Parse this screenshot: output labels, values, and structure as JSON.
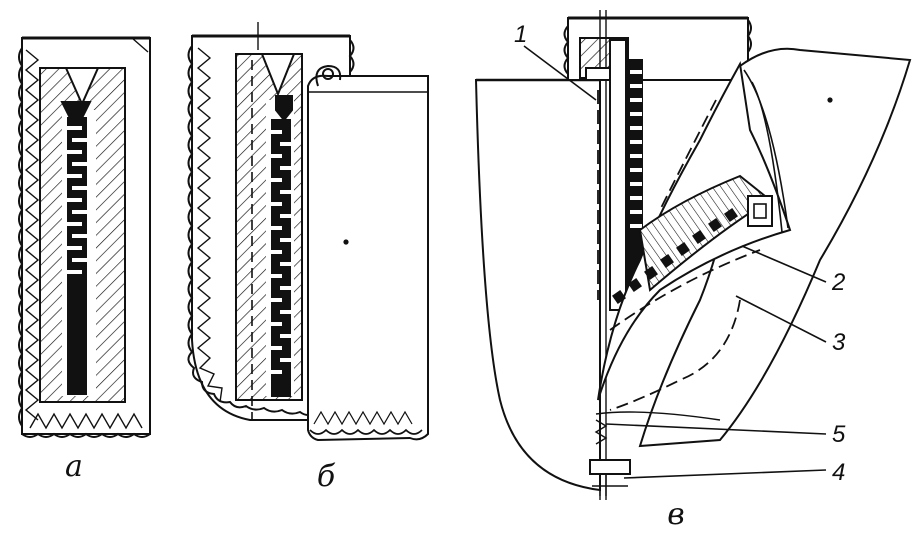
{
  "figure": {
    "panel_labels": {
      "a": "а",
      "b": "б",
      "c": "в"
    },
    "callouts": [
      "1",
      "2",
      "3",
      "4",
      "5"
    ]
  },
  "colors": {
    "ink": "#111111",
    "paper": "#ffffff"
  }
}
